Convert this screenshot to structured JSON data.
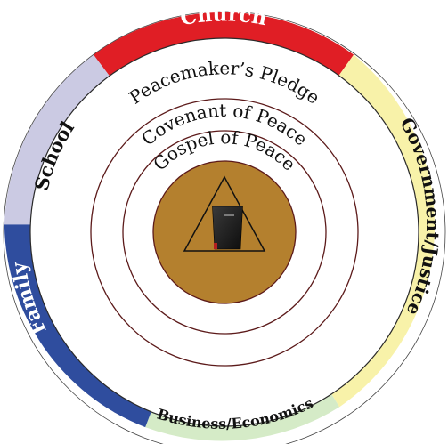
{
  "colors": {
    "church": "#e01e25",
    "government": "#f8f2a9",
    "business": "#d5ebc7",
    "family": "#2f4d9e",
    "school": "#cbcae3",
    "ring_line": "#5c1a1a",
    "core": "#b4802e",
    "white_text": "#ffffff",
    "dark_text": "#111111"
  },
  "sectors": {
    "church": "Church",
    "government": "Government/Justice",
    "business": "Business/Economics",
    "family": "Family",
    "school": "School"
  },
  "rings": {
    "outer": "Peacemaker’s Pledge",
    "middle": "Covenant of Peace",
    "inner": "Gospel of Peace"
  },
  "center": {
    "symbol": "triangle",
    "icon": "bible-icon"
  }
}
